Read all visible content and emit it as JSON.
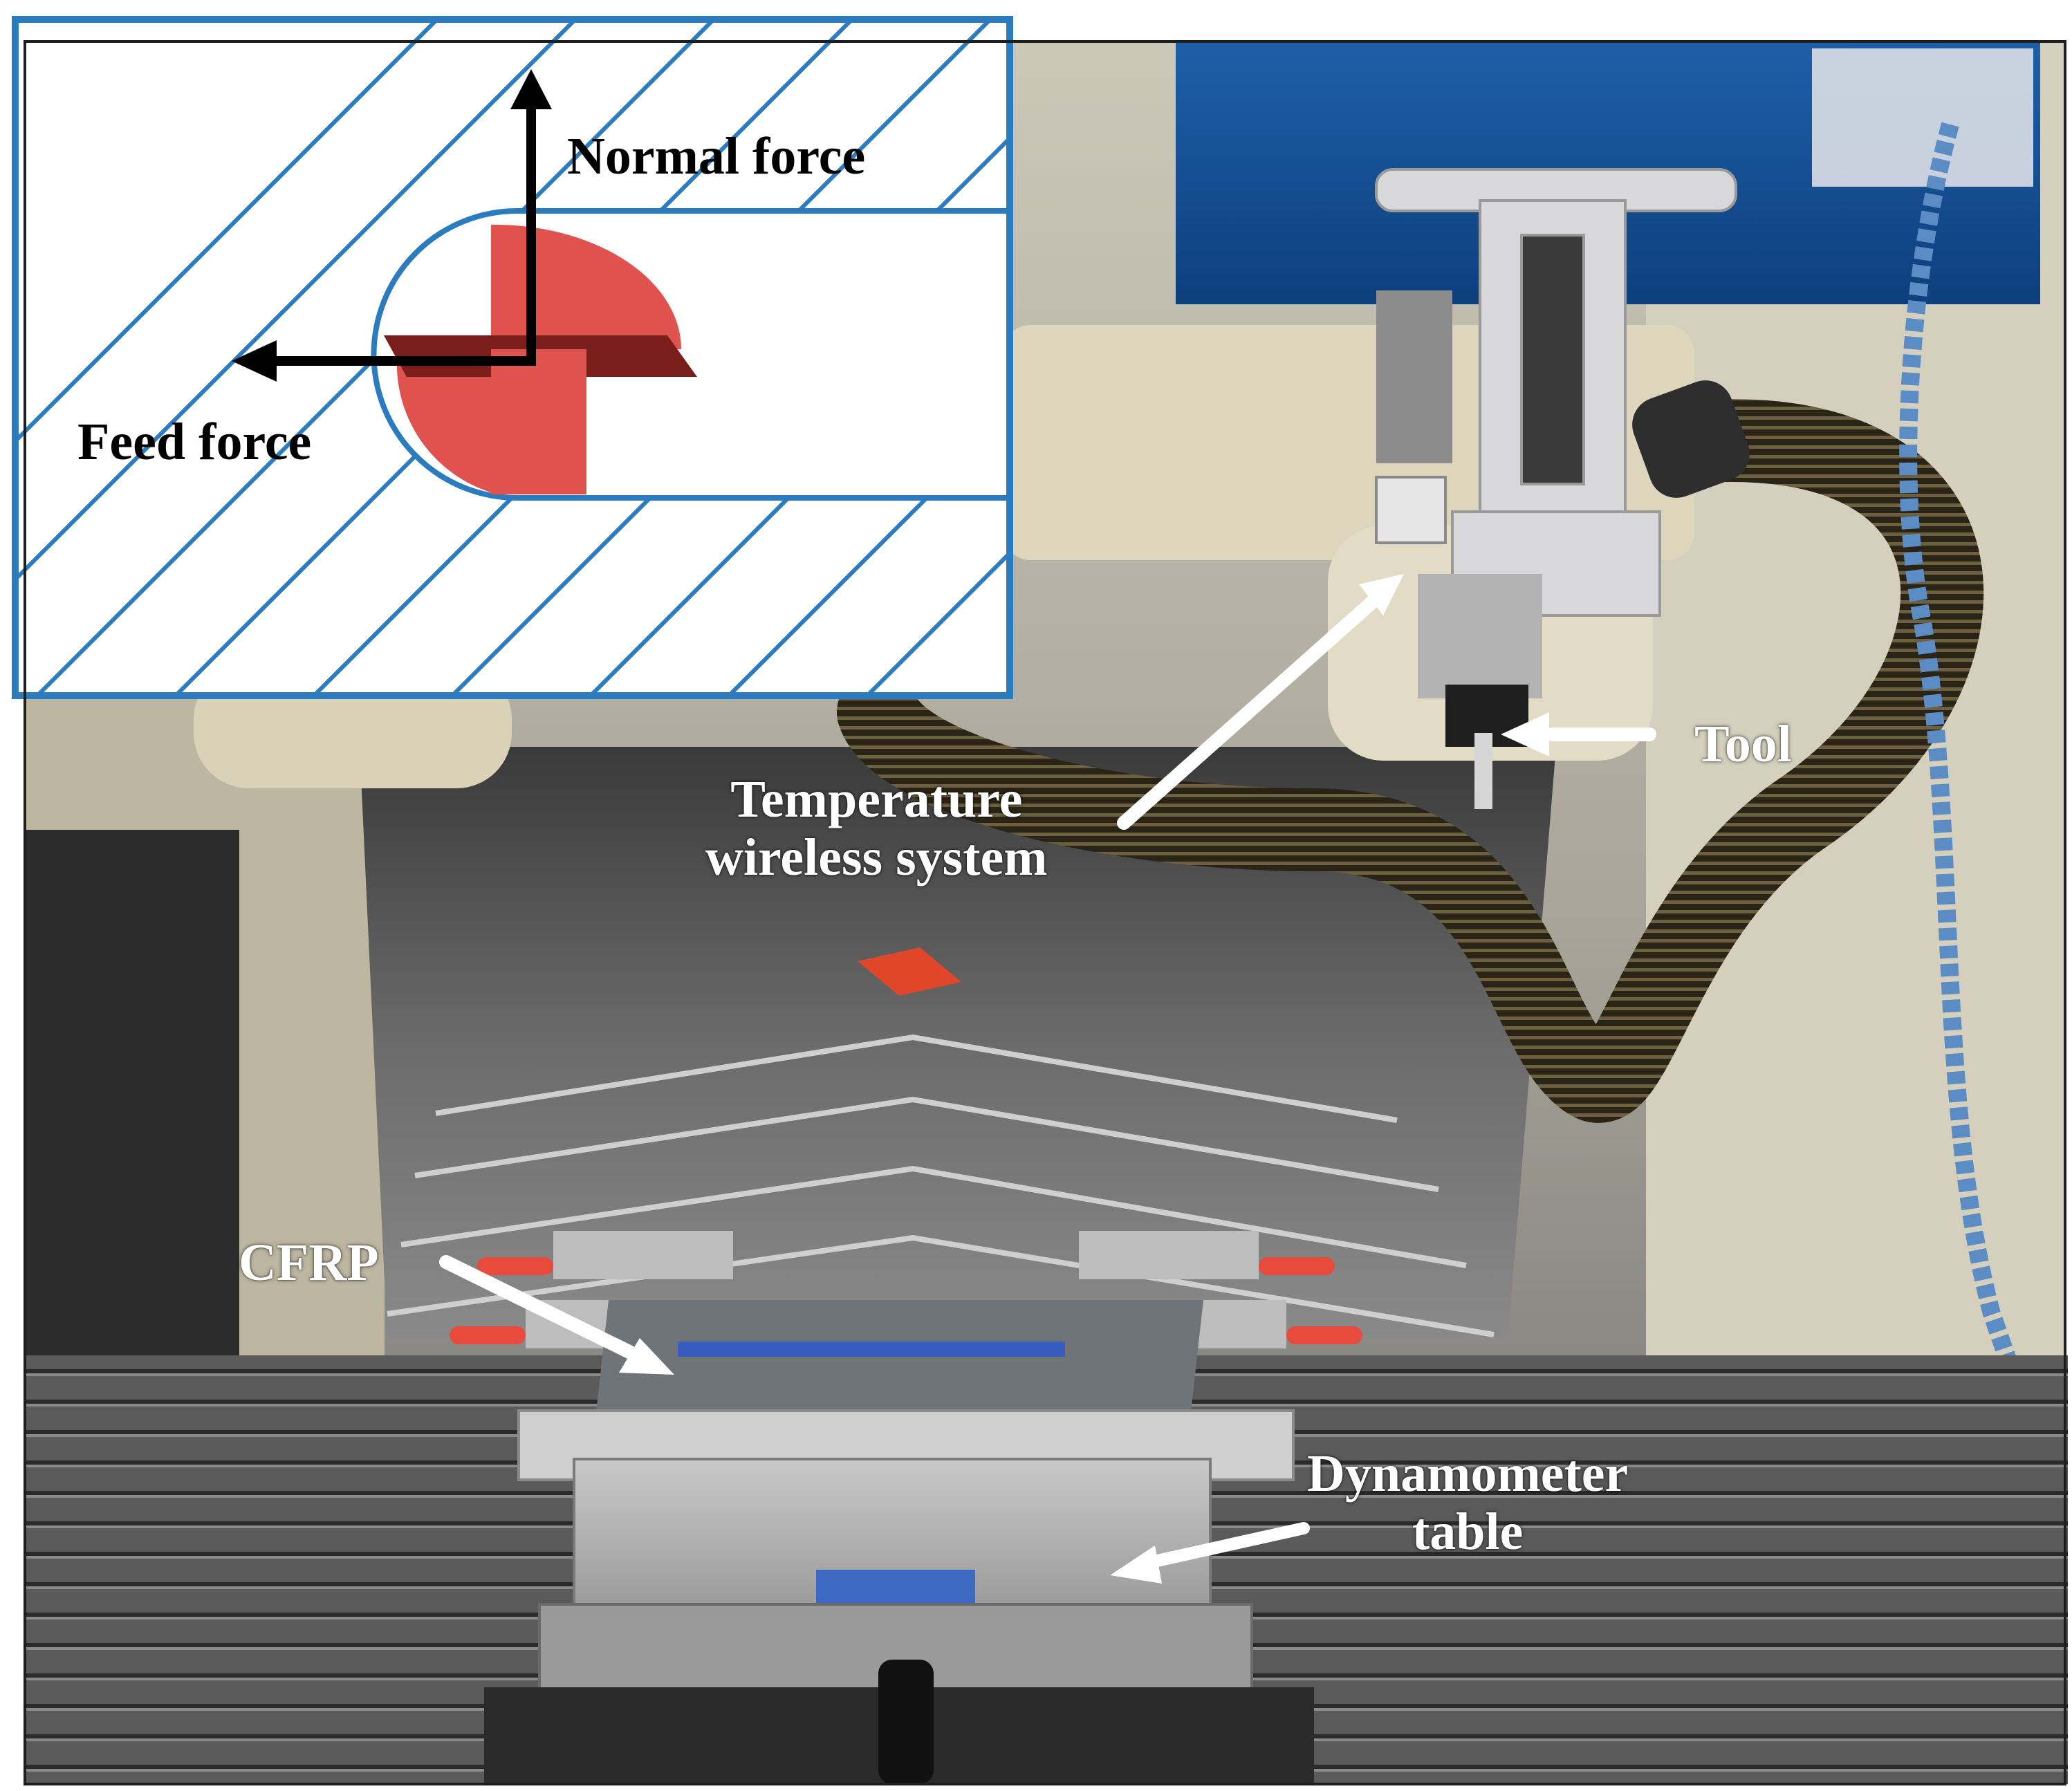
{
  "inset": {
    "normal_force_label": "Normal force",
    "feed_force_label": "Feed force",
    "frame_color": "#2b7bbf",
    "tool_color": "#e0524d"
  },
  "photo_labels": {
    "tool": "Tool",
    "temperature_line1": "Temperature",
    "temperature_line2": "wireless system",
    "cfrp": "CFRP",
    "dynamometer_line1": "Dynamometer",
    "dynamometer_line2": "table"
  }
}
